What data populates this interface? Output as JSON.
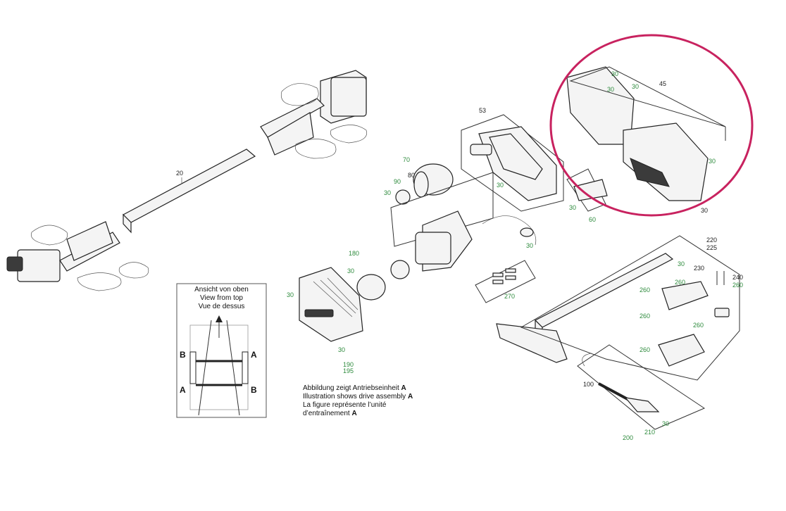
{
  "inset": {
    "title_de": "Ansicht von oben",
    "title_en": "View from top",
    "title_fr": "Vue de dessus",
    "label_b_top_left": "B",
    "label_a_top_right": "A",
    "label_a_bottom_left": "A",
    "label_b_bottom_right": "B"
  },
  "caption": {
    "de_prefix": "Abbildung zeigt Antriebseinheit",
    "en_prefix": "Illustration shows drive assembly",
    "fr_line1": "La figure représente l’unité",
    "fr_prefix": "d’entraînement",
    "unit": "A"
  },
  "labels": {
    "p20": "20",
    "p53": "53",
    "p70": "70",
    "p80": "80",
    "p90": "90",
    "p30": "30",
    "p45": "45",
    "p60": "60",
    "p180": "180",
    "p190": "190",
    "p195": "195",
    "p270": "270",
    "p220": "220",
    "p225": "225",
    "p230": "230",
    "p240": "240",
    "p260": "260",
    "p100": "100",
    "p200": "200",
    "p210": "210"
  },
  "highlight_color": "#c8225f",
  "number_color": "#2e8b3d"
}
